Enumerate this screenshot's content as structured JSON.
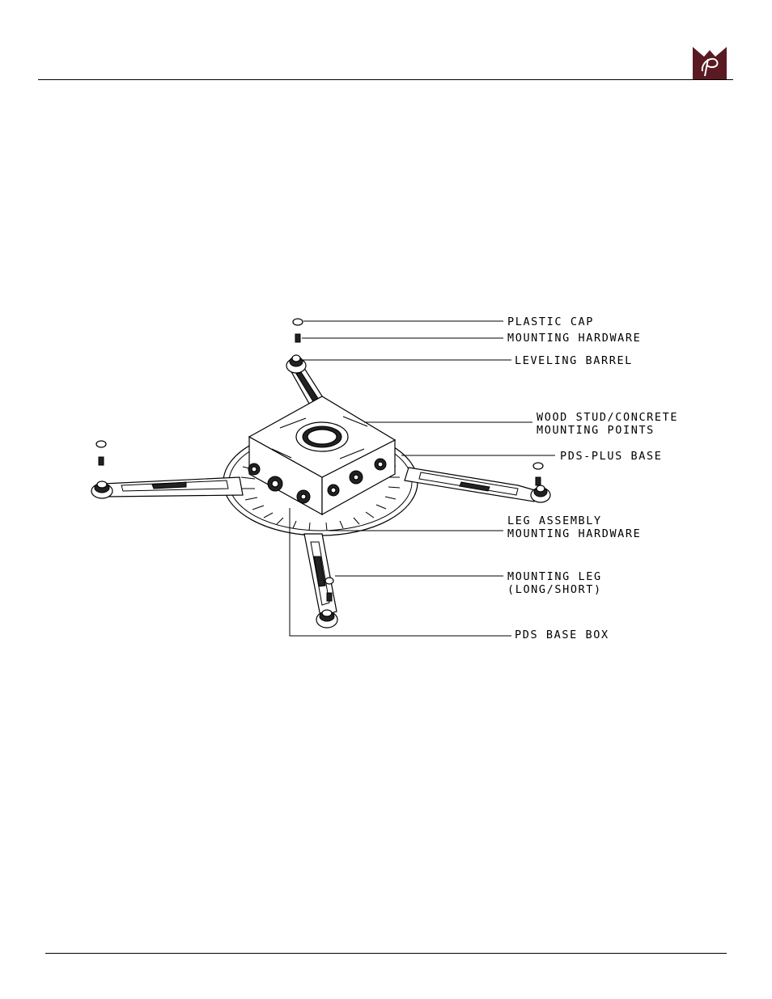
{
  "brand": {
    "logo_icon": "publisher-monogram-logo-icon",
    "logo_color": "#5a1a22"
  },
  "diagram": {
    "callouts": {
      "plastic_cap": "PLASTIC CAP",
      "mounting_hardware": "MOUNTING HARDWARE",
      "leveling_barrel": "LEVELING BARREL",
      "wood_stud_line1": "WOOD STUD/CONCRETE",
      "wood_stud_line2": "MOUNTING POINTS",
      "pds_plus_base": "PDS-PLUS BASE",
      "leg_assembly_line1": "LEG ASSEMBLY",
      "leg_assembly_line2": "MOUNTING HARDWARE",
      "mounting_leg_line1": "MOUNTING LEG",
      "mounting_leg_line2": "(LONG/SHORT)",
      "pds_base_box": "PDS BASE BOX"
    }
  }
}
